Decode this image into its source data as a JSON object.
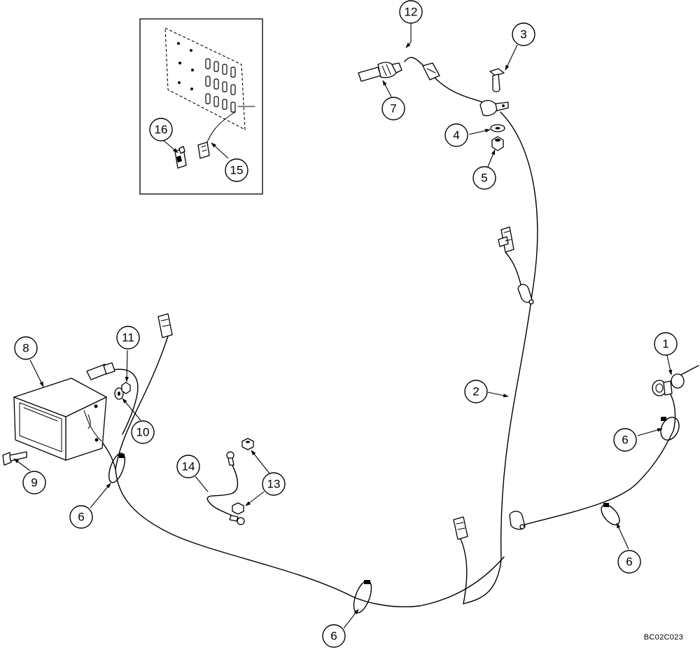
{
  "diagram": {
    "callouts": [
      "1",
      "2",
      "3",
      "4",
      "5",
      "6",
      "7",
      "8",
      "9",
      "10",
      "11",
      "12",
      "13",
      "14",
      "15",
      "16"
    ],
    "drawing_code": "BC02C023"
  }
}
